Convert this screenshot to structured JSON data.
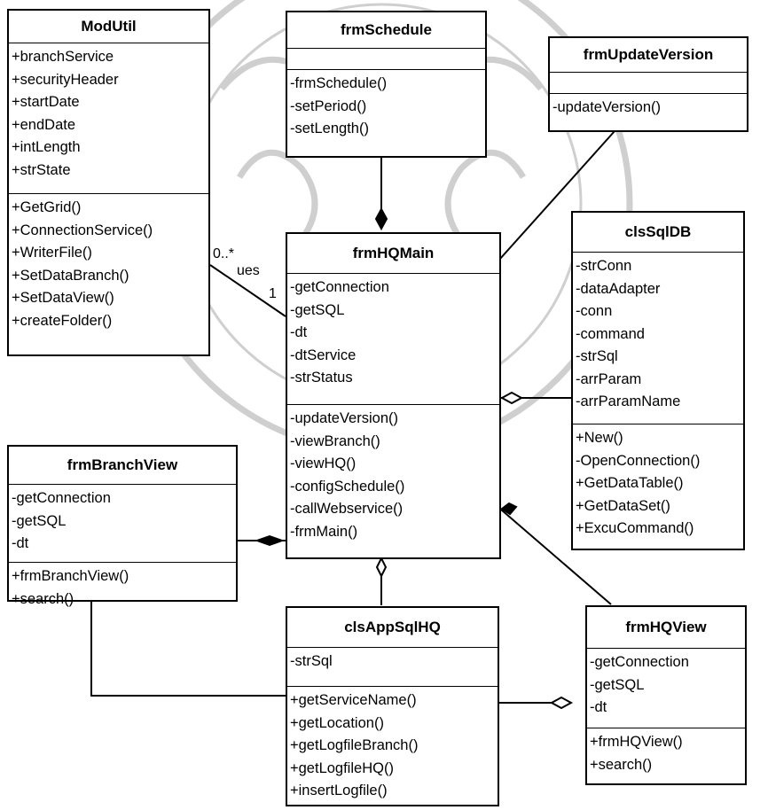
{
  "classes": {
    "modutil": {
      "name": "ModUtil",
      "attributes": [
        "+branchService",
        "+securityHeader",
        "+startDate",
        "+endDate",
        "+intLength",
        "+strState"
      ],
      "operations": [
        "+GetGrid()",
        "+ConnectionService()",
        "+WriterFile()",
        "+SetDataBranch()",
        "+SetDataView()",
        "+createFolder()"
      ]
    },
    "frmschedule": {
      "name": "frmSchedule",
      "attributes": [],
      "operations": [
        "-frmSchedule()",
        "-setPeriod()",
        "-setLength()"
      ]
    },
    "frmupdateversion": {
      "name": "frmUpdateVersion",
      "attributes": [],
      "operations": [
        "-updateVersion()"
      ]
    },
    "frmhqmain": {
      "name": "frmHQMain",
      "attributes": [
        "-getConnection",
        "-getSQL",
        "-dt",
        "-dtService",
        "-strStatus"
      ],
      "operations": [
        "-updateVersion()",
        "-viewBranch()",
        "-viewHQ()",
        "-configSchedule()",
        "-callWebservice()",
        "-frmMain()"
      ]
    },
    "clssqldb": {
      "name": "clsSqlDB",
      "attributes": [
        "-strConn",
        "-dataAdapter",
        "-conn",
        "-command",
        "-strSql",
        "-arrParam",
        "-arrParamName"
      ],
      "operations": [
        "+New()",
        "-OpenConnection()",
        "+GetDataTable()",
        "+GetDataSet()",
        "+ExcuCommand()"
      ]
    },
    "frmbranchview": {
      "name": "frmBranchView",
      "attributes": [
        "-getConnection",
        "-getSQL",
        "-dt"
      ],
      "operations": [
        "+frmBranchView()",
        "+search()"
      ]
    },
    "clsappsqlhq": {
      "name": "clsAppSqlHQ",
      "attributes": [
        "-strSql"
      ],
      "operations": [
        "+getServiceName()",
        "+getLocation()",
        "+getLogfileBranch()",
        "+getLogfileHQ()",
        "+insertLogfile()"
      ]
    },
    "frmhqview": {
      "name": "frmHQView",
      "attributes": [
        "-getConnection",
        "-getSQL",
        "-dt"
      ],
      "operations": [
        "+frmHQView()",
        "+search()"
      ]
    }
  },
  "association_modutil_frmhqmain": {
    "multiplicity_modutil": "0..*",
    "name": "ues",
    "multiplicity_frmhqmain": "1"
  },
  "colors": {
    "line": "#000000",
    "watermark": "#cfcfcf"
  }
}
